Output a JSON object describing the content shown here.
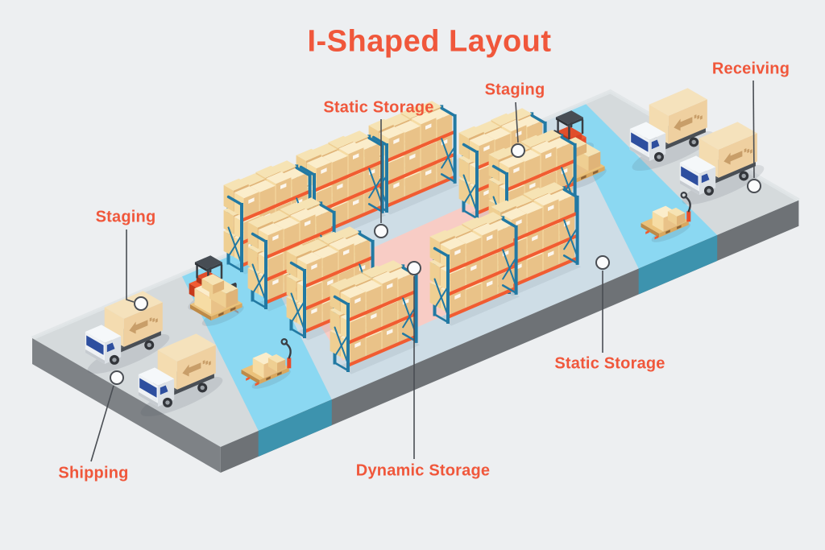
{
  "title": "I-Shaped Layout",
  "labels": {
    "receiving": "Receiving",
    "staging_top": "Staging",
    "static_storage_top": "Static Storage",
    "staging_left": "Staging",
    "shipping": "Shipping",
    "dynamic_storage": "Dynamic Storage",
    "static_storage_right": "Static Storage"
  },
  "zones": [
    {
      "id": "shipping-dock",
      "name": "Shipping dock",
      "color": "#D5DADC"
    },
    {
      "id": "staging-left",
      "name": "Staging",
      "color": "#8BD8F2"
    },
    {
      "id": "static-storage",
      "name": "Static Storage",
      "color": "#CEDDE6"
    },
    {
      "id": "dynamic-storage",
      "name": "Dynamic Storage",
      "color": "#F8CCC5"
    },
    {
      "id": "staging-right",
      "name": "Staging",
      "color": "#8BD8F2"
    },
    {
      "id": "receiving-dock",
      "name": "Receiving dock",
      "color": "#D5DADC"
    }
  ],
  "colors": {
    "accent": "#F0573B",
    "background": "#EDEFF1",
    "platform_top": "#D5DADC",
    "platform_side_front": "#6E7276",
    "platform_side_left": "#7E8286",
    "platform_rim": "#E0E4E7",
    "staging_side": "#3D93AE",
    "leader_line": "#4A4E54",
    "leader_dot_fill": "#FBFCFD",
    "rack_frame": "#2279A3",
    "rack_beam": "#F15C31",
    "box_front": "#F6DCA4",
    "box_side": "#E9C288",
    "box_top": "#FBEDCB",
    "truck_cab": "#EFF2F5",
    "truck_window": "#2E4F9F",
    "truck_cargo_side": "#EFD0A0",
    "truck_cargo_top": "#F5E2BC",
    "truck_cargo_arrow": "#C89E69",
    "forklift_red": "#E84C2B",
    "equipment_dark": "#3A3E44",
    "pallet_wood": "#D9A75F"
  },
  "equipment": {
    "trucks": 4,
    "forklifts": 2,
    "pallet_jacks": 2,
    "storage_racks": 10,
    "loaded_pallets": 2
  }
}
